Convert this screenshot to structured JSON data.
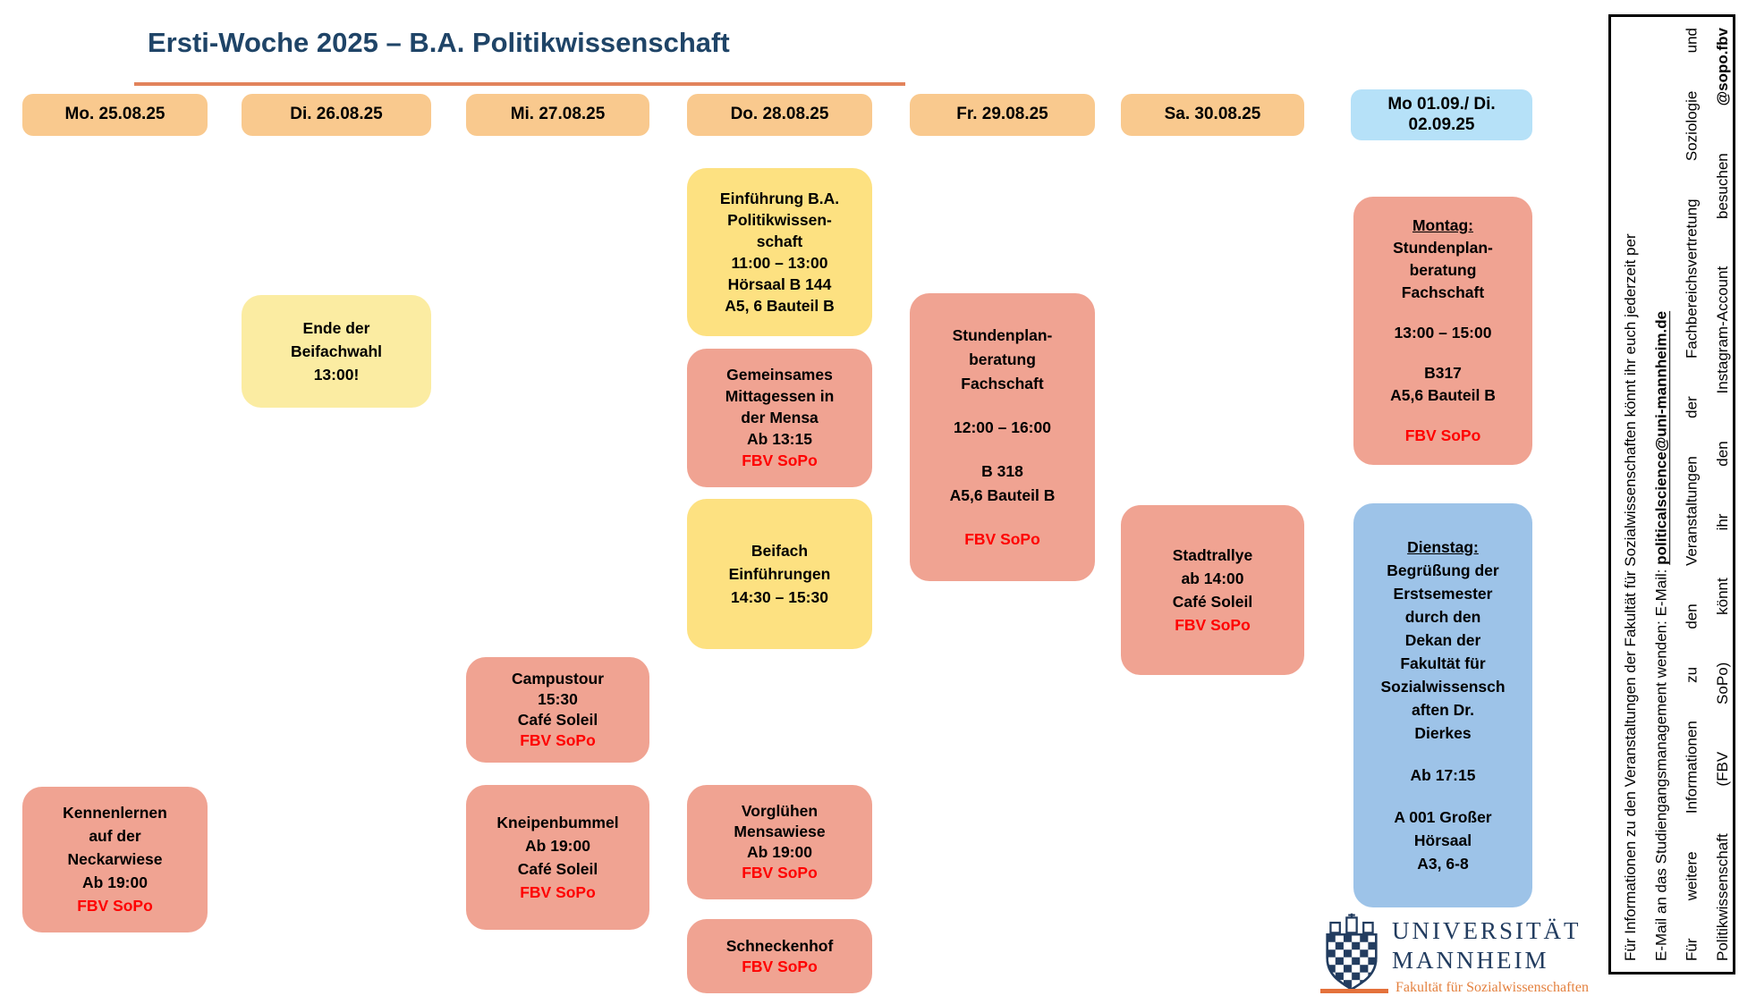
{
  "title": "Ersti-Woche 2025 – B.A. Politikwissenschaft",
  "colors": {
    "title_text": "#1F4467",
    "title_underline": "#E2835B",
    "day_header": "#F9C98E",
    "day_header_blue": "#B6E1F8",
    "card_salmon": "#F0A392",
    "card_yellow": "#FDE181",
    "card_lightyellow": "#FBECA2",
    "card_blue": "#9DC3E8",
    "highlight_red": "#FF0000",
    "logo_navy": "#223C5F",
    "logo_orange": "#E4713B"
  },
  "day_headers": [
    "Mo. 25.08.25",
    "Di. 26.08.25",
    "Mi. 27.08.25",
    "Do. 28.08.25",
    "Fr. 29.08.25",
    "Sa. 30.08.25",
    "Mo 01.09./ Di. 02.09.25"
  ],
  "events": {
    "kennenlernen": {
      "lines": [
        {
          "t": "Kennenlernen",
          "s": "normal"
        },
        {
          "t": "auf der",
          "s": "normal"
        },
        {
          "t": "Neckarwiese",
          "s": "normal"
        },
        {
          "t": "Ab 19:00",
          "s": "normal"
        },
        {
          "t": "FBV SoPo",
          "s": "red"
        }
      ]
    },
    "beifachwahl": {
      "lines": [
        {
          "t": "Ende der",
          "s": "normal"
        },
        {
          "t": "Beifachwahl",
          "s": "normal"
        },
        {
          "t": "13:00!",
          "s": "normal"
        }
      ]
    },
    "campustour": {
      "lines": [
        {
          "t": "Campustour",
          "s": "normal"
        },
        {
          "t": "15:30",
          "s": "normal"
        },
        {
          "t": "Café Soleil",
          "s": "normal"
        },
        {
          "t": "FBV SoPo",
          "s": "red"
        }
      ]
    },
    "kneipenbummel": {
      "lines": [
        {
          "t": "Kneipenbummel",
          "s": "normal"
        },
        {
          "t": "Ab 19:00",
          "s": "normal"
        },
        {
          "t": "Café Soleil",
          "s": "normal"
        },
        {
          "t": "FBV SoPo",
          "s": "red"
        }
      ]
    },
    "einfuehrung_ba": {
      "lines": [
        {
          "t": "Einführung B.A.",
          "s": "normal"
        },
        {
          "t": "Politikwissen-",
          "s": "normal"
        },
        {
          "t": "schaft",
          "s": "normal"
        },
        {
          "t": "11:00 – 13:00",
          "s": "normal"
        },
        {
          "t": "Hörsaal B 144",
          "s": "normal"
        },
        {
          "t": "A5, 6 Bauteil B",
          "s": "normal"
        }
      ]
    },
    "mittagessen": {
      "lines": [
        {
          "t": "Gemeinsames",
          "s": "normal"
        },
        {
          "t": "Mittagessen in",
          "s": "normal"
        },
        {
          "t": "der Mensa",
          "s": "normal"
        },
        {
          "t": "Ab 13:15",
          "s": "normal"
        },
        {
          "t": "FBV SoPo",
          "s": "red"
        }
      ]
    },
    "beifach_einf": {
      "lines": [
        {
          "t": "Beifach",
          "s": "normal"
        },
        {
          "t": "Einführungen",
          "s": "normal"
        },
        {
          "t": "14:30 – 15:30",
          "s": "normal"
        }
      ]
    },
    "vorgluehen": {
      "lines": [
        {
          "t": "Vorglühen",
          "s": "normal"
        },
        {
          "t": "Mensawiese",
          "s": "normal"
        },
        {
          "t": "Ab 19:00",
          "s": "normal"
        },
        {
          "t": "FBV SoPo",
          "s": "red"
        }
      ]
    },
    "schneckenhof": {
      "lines": [
        {
          "t": "Schneckenhof",
          "s": "normal"
        },
        {
          "t": "FBV SoPo",
          "s": "red"
        }
      ]
    },
    "stundenplan_fr": {
      "lines": [
        {
          "t": "Stundenplan-",
          "s": "normal"
        },
        {
          "t": "beratung",
          "s": "normal"
        },
        {
          "t": "Fachschaft",
          "s": "normal"
        },
        {
          "t": "",
          "s": "blank"
        },
        {
          "t": "12:00 – 16:00",
          "s": "normal"
        },
        {
          "t": "",
          "s": "blank"
        },
        {
          "t": "B 318",
          "s": "normal"
        },
        {
          "t": "A5,6 Bauteil B",
          "s": "normal"
        },
        {
          "t": "",
          "s": "blank"
        },
        {
          "t": "FBV SoPo",
          "s": "red"
        }
      ]
    },
    "stadtrallye": {
      "lines": [
        {
          "t": "Stadtrallye",
          "s": "normal"
        },
        {
          "t": "ab 14:00",
          "s": "normal"
        },
        {
          "t": "Café Soleil",
          "s": "normal"
        },
        {
          "t": "FBV SoPo",
          "s": "red"
        }
      ]
    },
    "montag": {
      "lines": [
        {
          "t": "Montag:",
          "s": "underline"
        },
        {
          "t": "Stundenplan-",
          "s": "normal"
        },
        {
          "t": "beratung",
          "s": "normal"
        },
        {
          "t": "Fachschaft",
          "s": "normal"
        },
        {
          "t": "",
          "s": "blank"
        },
        {
          "t": "13:00 – 15:00",
          "s": "normal"
        },
        {
          "t": "",
          "s": "blank"
        },
        {
          "t": "B317",
          "s": "normal"
        },
        {
          "t": "A5,6 Bauteil B",
          "s": "normal"
        },
        {
          "t": "",
          "s": "blank"
        },
        {
          "t": "FBV SoPo",
          "s": "red"
        }
      ]
    },
    "dienstag": {
      "lines": [
        {
          "t": "Dienstag:",
          "s": "underline"
        },
        {
          "t": "Begrüßung der",
          "s": "normal"
        },
        {
          "t": "Erstsemester",
          "s": "normal"
        },
        {
          "t": "durch den",
          "s": "normal"
        },
        {
          "t": "Dekan der",
          "s": "normal"
        },
        {
          "t": "Fakultät für",
          "s": "normal"
        },
        {
          "t": "Sozialwissensch",
          "s": "normal"
        },
        {
          "t": "aften Dr.",
          "s": "normal"
        },
        {
          "t": "Dierkes",
          "s": "normal"
        },
        {
          "t": "",
          "s": "blank"
        },
        {
          "t": "Ab 17:15",
          "s": "normal"
        },
        {
          "t": "",
          "s": "blank"
        },
        {
          "t": "A 001 Großer",
          "s": "normal"
        },
        {
          "t": "Hörsaal",
          "s": "normal"
        },
        {
          "t": "A3, 6-8",
          "s": "normal"
        }
      ]
    }
  },
  "info_panel": {
    "lines": [
      [
        {
          "t": "Für Informationen zu den Veranstaltungen der Fakultät für Sozialwissenschaften könnt ihr euch jederzeit per"
        }
      ],
      [
        {
          "t": "E-Mail an das Studiengangsmanagement wenden: E-Mail: "
        },
        {
          "t": "politicalscience@uni-mannheim.de",
          "b": true,
          "u": true
        }
      ],
      [
        {
          "t": "Für weitere Informationen zu den Veranstaltungen der Fachbereichsvertretung Soziologie und"
        }
      ],
      [
        {
          "t": "Politikwissenschaft (FBV SoPo) könnt ihr den Instagram-Account besuchen "
        },
        {
          "t": "@sopo.fbv",
          "b": true
        }
      ]
    ]
  },
  "logo": {
    "line1": "UNIVERSITÄT",
    "line2": "MANNHEIM",
    "subtitle": "Fakultät für Sozialwissenschaften"
  }
}
